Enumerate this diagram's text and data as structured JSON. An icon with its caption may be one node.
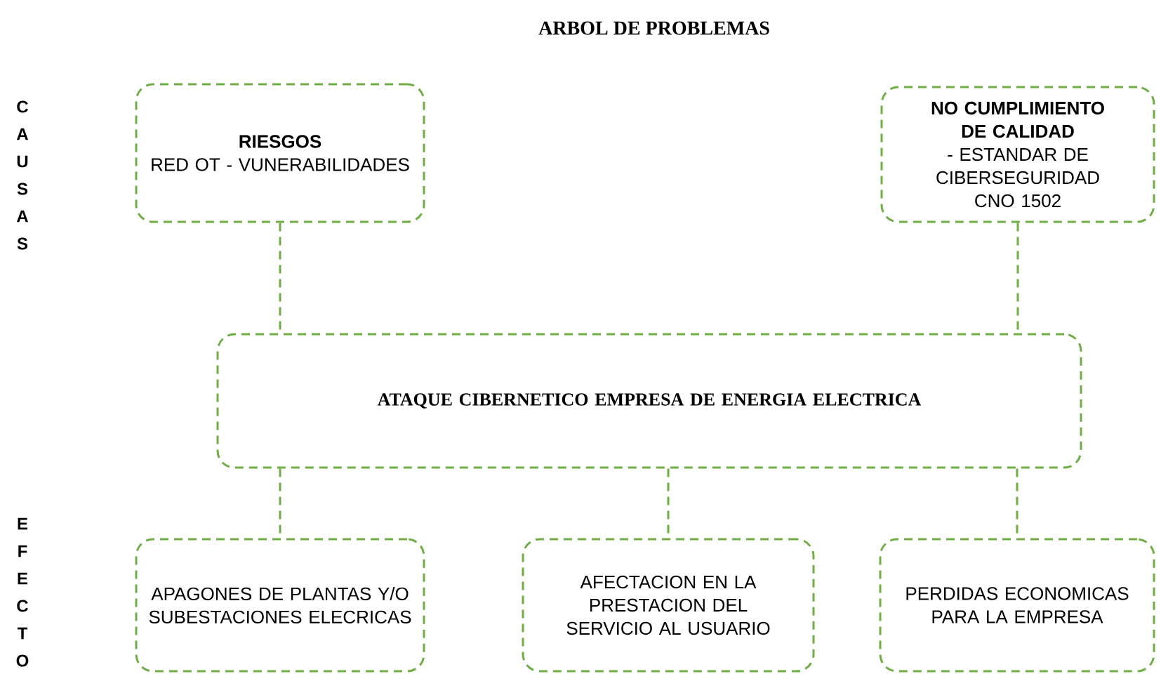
{
  "diagram": {
    "title": "ARBOL DE PROBLEMAS",
    "nodes": [
      {
        "text": [
          "RIESGOS",
          "RED OT - VUNERABILIDADES"
        ]
      },
      {
        "text": [
          "NO CUMPLIMIENTO DE CALIDAD",
          "- ESTANDAR DE CIBERSEGURIDAD CNO 1502"
        ]
      },
      {
        "text": [
          "ATAQUE CIBERNETICO EMPRESA DE ENERGIA ELECTRICA"
        ]
      },
      {
        "text": [
          "APAGONES DE PLANTAS Y/O SUBESTACIONES ELECRICAS"
        ]
      },
      {
        "text": [
          "AFECTACION EN LA PRESTACION DEL SERVICIO AL USUARIO"
        ]
      },
      {
        "text": [
          "PERDIDAS ECONOMICAS PARA LA EMPRESA"
        ]
      }
    ],
    "edges": [
      {
        "from": 0,
        "to": 2,
        "arrow": "none"
      },
      {
        "from": 1,
        "to": 2,
        "arrow": "none"
      },
      {
        "from": 2,
        "to": 3,
        "arrow": "none"
      },
      {
        "from": 2,
        "to": 4,
        "arrow": "none"
      },
      {
        "from": 2,
        "to": 5,
        "arrow": "none"
      }
    ],
    "labels": [
      "C",
      "A",
      "U",
      "S",
      "A",
      "S",
      "E",
      "F",
      "E",
      "C",
      "T",
      "O"
    ]
  }
}
